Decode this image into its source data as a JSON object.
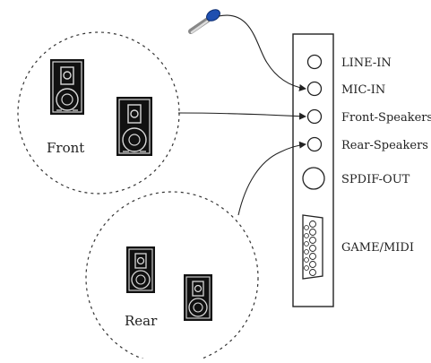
{
  "colors": {
    "ink": "#222222",
    "speaker_body": "#111111",
    "speaker_detail": "#d9d9d9",
    "mic_head": "#1f4fb0"
  },
  "groups": {
    "front_label": "Front",
    "rear_label": "Rear"
  },
  "ports": [
    {
      "label": "LINE-IN",
      "kind": "jack"
    },
    {
      "label": "MIC-IN",
      "kind": "jack"
    },
    {
      "label": "Front-Speakers",
      "kind": "jack"
    },
    {
      "label": "Rear-Speakers",
      "kind": "jack"
    },
    {
      "label": "SPDIF-OUT",
      "kind": "optical"
    },
    {
      "label": "GAME/MIDI",
      "kind": "db15"
    }
  ],
  "icons": {
    "microphone": "microphone-icon",
    "speaker": "speaker-icon"
  }
}
